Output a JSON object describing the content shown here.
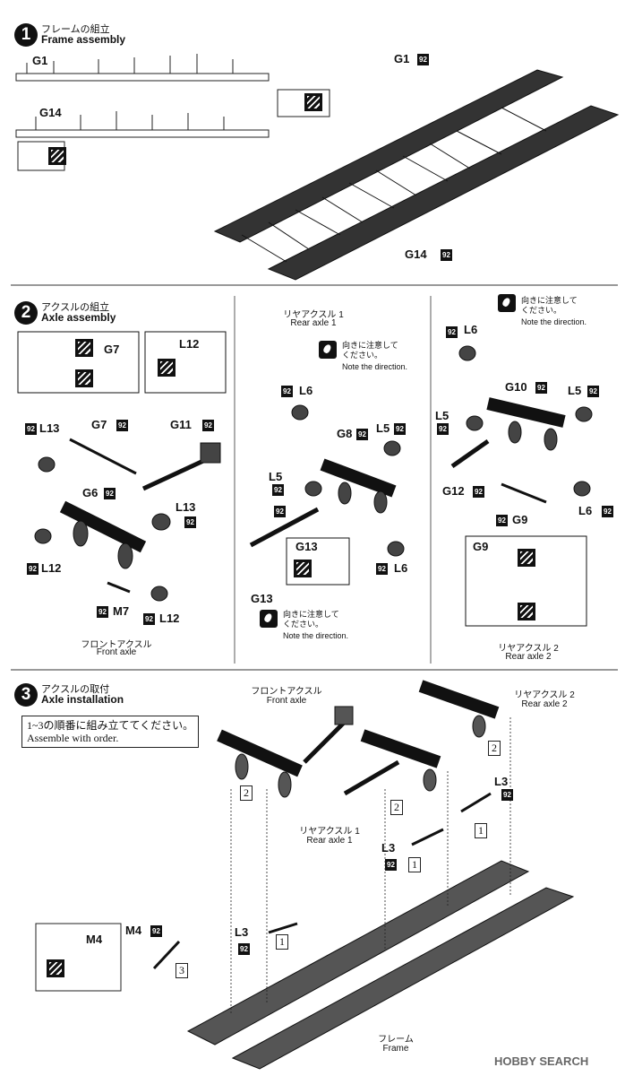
{
  "step1": {
    "number": "1",
    "title_jp": "フレームの組立",
    "title_en": "Frame assembly",
    "labels": {
      "g1": "G1",
      "g14": "G14"
    },
    "paint": "92"
  },
  "step2": {
    "number": "2",
    "title_jp": "アクスルの組立",
    "title_en": "Axle assembly",
    "front": {
      "caption_jp": "フロントアクスル",
      "caption_en": "Front axle",
      "labels": {
        "g7": "G7",
        "l12": "L12",
        "l13": "L13",
        "g11": "G11",
        "g6": "G6",
        "m7": "M7"
      }
    },
    "rear1": {
      "caption_jp": "リヤアクスル 1",
      "caption_en": "Rear axle 1",
      "labels": {
        "l6": "L6",
        "g8": "G8",
        "l5": "L5",
        "g13": "G13"
      }
    },
    "rear2": {
      "caption_jp": "リヤアクスル 2",
      "caption_en": "Rear axle 2",
      "labels": {
        "l6": "L6",
        "g10": "G10",
        "l5": "L5",
        "g12": "G12",
        "g9": "G9"
      }
    },
    "note_jp": "向きに注意して\nください。",
    "note_en": "Note the direction."
  },
  "step3": {
    "number": "3",
    "title_jp": "アクスルの取付",
    "title_en": "Axle installation",
    "order_jp": "1~3の順番に組み立ててください。",
    "order_en": "Assemble with order.",
    "front_jp": "フロントアクスル",
    "front_en": "Front axle",
    "rear1_jp": "リヤアクスル 1",
    "rear1_en": "Rear axle 1",
    "rear2_jp": "リヤアクスル 2",
    "rear2_en": "Rear axle 2",
    "frame_jp": "フレーム",
    "frame_en": "Frame",
    "labels": {
      "l3": "L3",
      "m4": "M4"
    },
    "nums": {
      "one": "1",
      "two": "2",
      "three": "3"
    }
  },
  "watermark": "HOBBY SEARCH"
}
